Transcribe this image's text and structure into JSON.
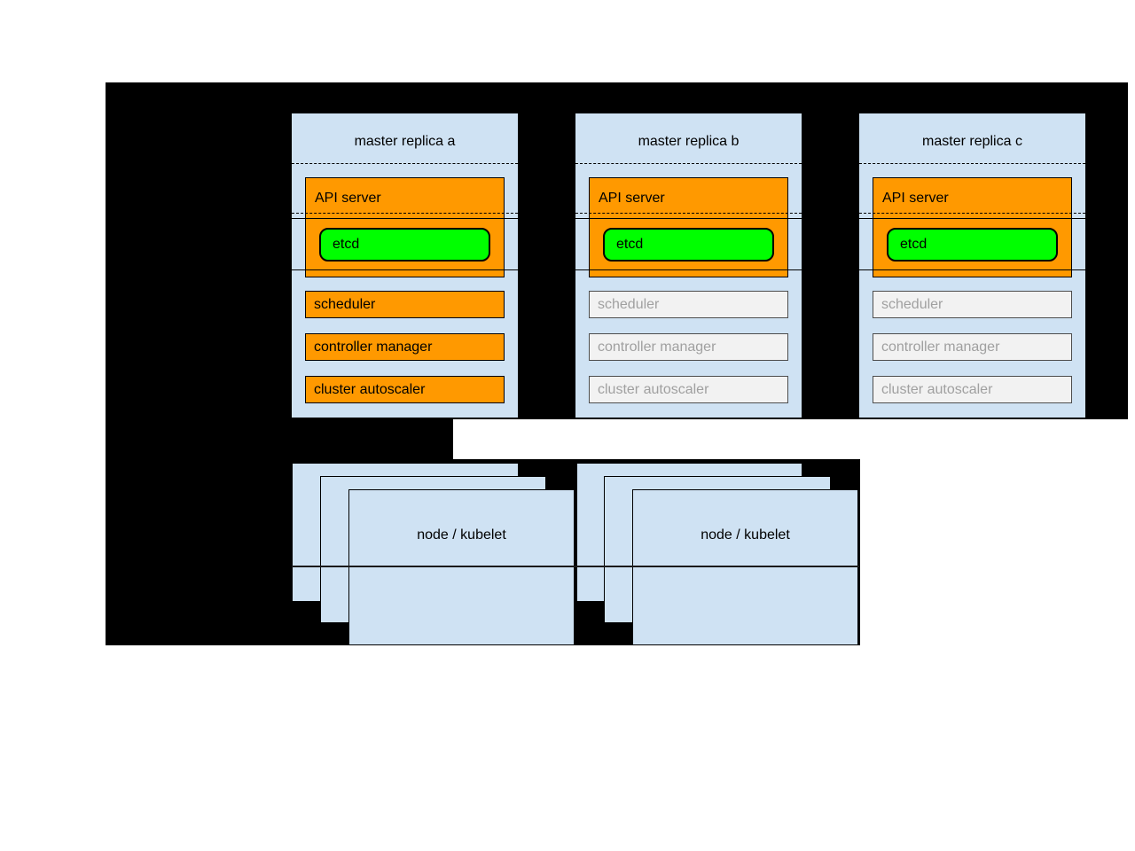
{
  "colors": {
    "page_background": "#ffffff",
    "panel_black": "#000000",
    "box_blue": "#cfe2f3",
    "accent_orange": "#ff9900",
    "accent_green": "#00ff00",
    "inactive_fill": "#f2f2f2",
    "inactive_border": "#4d4d4d",
    "inactive_text": "#a0a0a0",
    "line_black": "#000000"
  },
  "masters": [
    {
      "title": "master replica a",
      "api_server_label": "API server",
      "etcd_label": "etcd",
      "components": [
        {
          "label": "scheduler",
          "state": "active"
        },
        {
          "label": "controller manager",
          "state": "active"
        },
        {
          "label": "cluster autoscaler",
          "state": "active"
        }
      ]
    },
    {
      "title": "master replica b",
      "api_server_label": "API server",
      "etcd_label": "etcd",
      "components": [
        {
          "label": "scheduler",
          "state": "inactive"
        },
        {
          "label": "controller manager",
          "state": "inactive"
        },
        {
          "label": "cluster autoscaler",
          "state": "inactive"
        }
      ]
    },
    {
      "title": "master replica c",
      "api_server_label": "API server",
      "etcd_label": "etcd",
      "components": [
        {
          "label": "scheduler",
          "state": "inactive"
        },
        {
          "label": "controller manager",
          "state": "inactive"
        },
        {
          "label": "cluster autoscaler",
          "state": "inactive"
        }
      ]
    }
  ],
  "node_stacks": [
    {
      "label": "node / kubelet"
    },
    {
      "label": "node / kubelet"
    }
  ]
}
